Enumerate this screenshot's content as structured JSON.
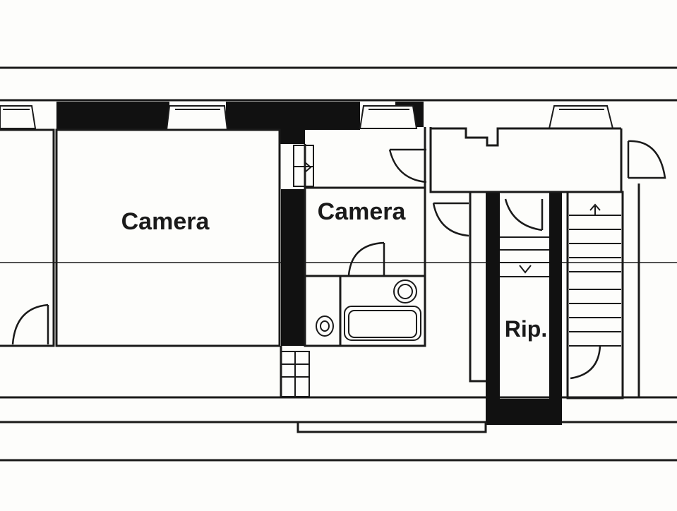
{
  "rooms": [
    {
      "id": "camera-1",
      "label": "Camera"
    },
    {
      "id": "camera-2",
      "label": "Camera"
    },
    {
      "id": "ripostiglio",
      "label": "Rip."
    }
  ],
  "colors": {
    "background": "#fdfdfb",
    "ink": "#1a1a1a",
    "wall_fill": "#111111"
  },
  "icons": [
    "door-swing-icon",
    "stair-icon",
    "toilet-icon",
    "bathtub-icon",
    "sink-icon",
    "window-icon"
  ]
}
